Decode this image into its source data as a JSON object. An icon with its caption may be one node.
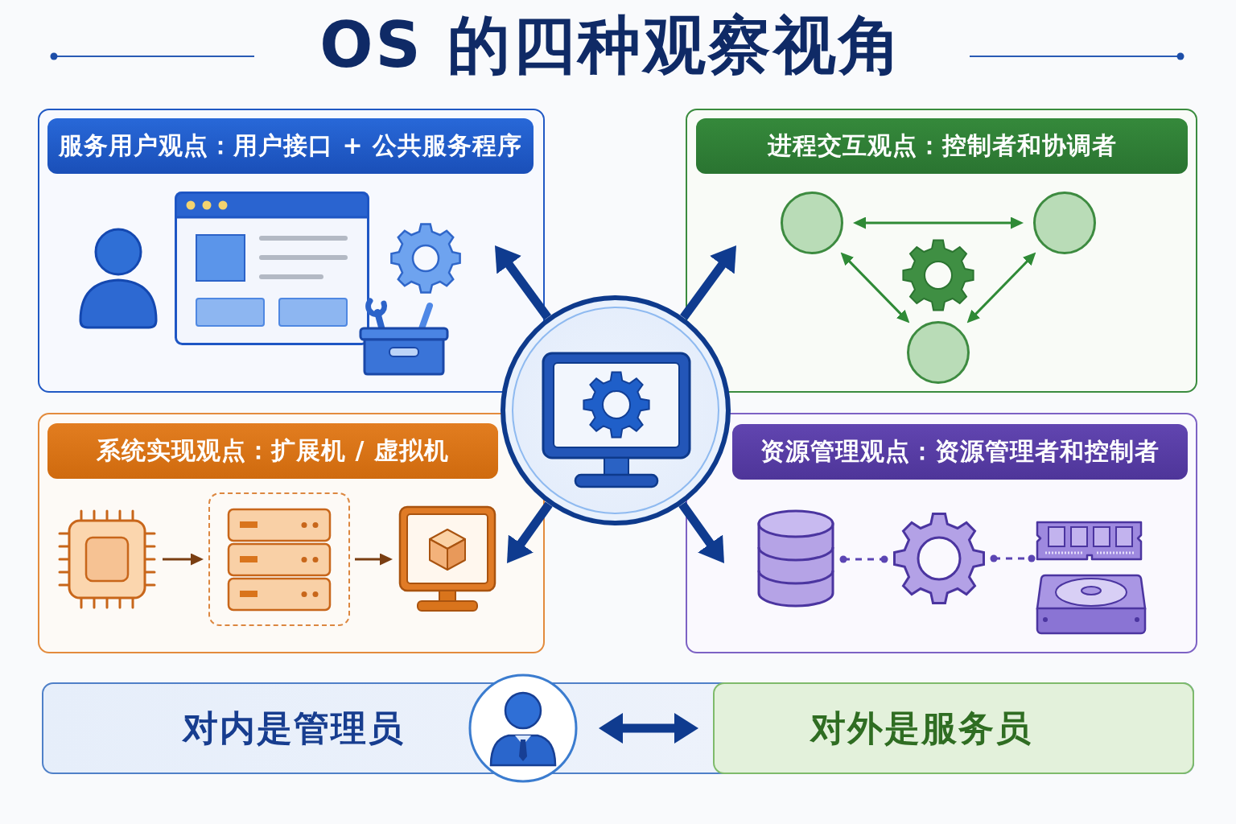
{
  "diagram": {
    "title": "OS 的四种观察视角",
    "nodes": [
      {
        "text": [
          "服务用户观点：用户接口 + 公共服务程序"
        ]
      },
      {
        "text": [
          "进程交互观点：控制者和协调者"
        ]
      },
      {
        "text": [],
        "shape": "circle",
        "in": 1
      },
      {
        "text": [],
        "shape": "circle",
        "in": 1
      },
      {
        "text": [],
        "shape": "circle",
        "in": 1
      },
      {
        "text": [],
        "shape": "circle"
      },
      {
        "text": [
          "系统实现观点：扩展机 / 虚拟机"
        ]
      },
      {
        "text": [],
        "shape": "picture",
        "in": 6
      },
      {
        "text": [],
        "shape": "box",
        "in": 6
      },
      {
        "text": [],
        "shape": "picture",
        "in": 6
      },
      {
        "text": [
          "资源管理观点：资源管理者和控制者"
        ]
      },
      {
        "text": [],
        "shape": "cylinder",
        "in": 10
      },
      {
        "text": [],
        "shape": "picture",
        "in": 10
      },
      {
        "text": [],
        "shape": "picture",
        "in": 10
      },
      {
        "text": [
          "对内是管理员"
        ]
      },
      {
        "text": [],
        "shape": "person"
      },
      {
        "text": [
          "对外是服务员"
        ],
        "in": 14
      }
    ],
    "edges": [
      {
        "from": 5,
        "to": 0,
        "arrow": "to",
        "style": "thick"
      },
      {
        "from": 5,
        "to": 1,
        "arrow": "to",
        "style": "thick"
      },
      {
        "from": 2,
        "to": 3,
        "arrow": "both",
        "color": "#2f8a36"
      },
      {
        "from": 2,
        "to": 4,
        "arrow": "both",
        "color": "#2f8a36"
      },
      {
        "from": 3,
        "to": 4,
        "arrow": "both",
        "color": "#2f8a36"
      },
      {
        "from": 5,
        "to": 6,
        "arrow": "to",
        "style": "thick"
      },
      {
        "from": 5,
        "to": 10,
        "arrow": "to",
        "style": "thick"
      },
      {
        "from": 7,
        "to": 8,
        "arrow": "to",
        "color": "#7a3e12"
      },
      {
        "from": 8,
        "to": 9,
        "arrow": "to",
        "color": "#7a3e12"
      },
      {
        "from": 11,
        "to": 12,
        "arrow": "other",
        "style": "dashed",
        "color": "#5b45b3"
      },
      {
        "from": 12,
        "to": 13,
        "arrow": "other",
        "style": "dashed",
        "color": "#5b45b3"
      },
      {
        "from": 15,
        "to": 16,
        "arrow": "both",
        "style": "thick"
      }
    ]
  }
}
